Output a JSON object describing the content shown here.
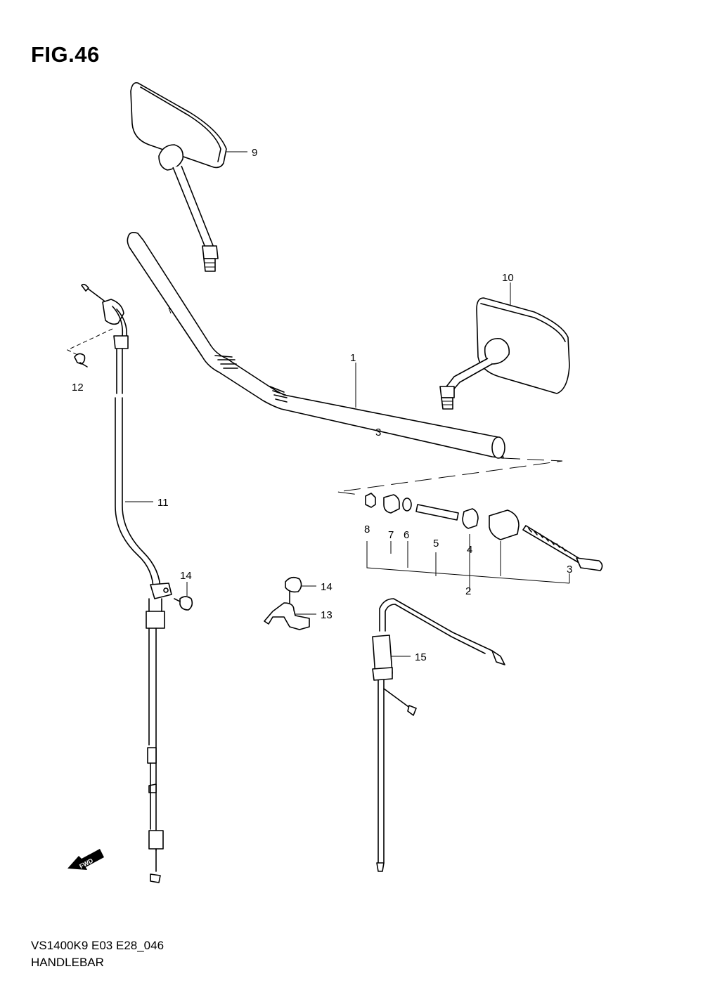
{
  "figure": {
    "title": "FIG.46"
  },
  "footer": {
    "code": "VS1400K9 E03 E28_046",
    "name": "HANDLEBAR"
  },
  "callouts": [
    {
      "number": "1",
      "part": "handlebar"
    },
    {
      "number": "2",
      "part": "balancer-assembly"
    },
    {
      "number": "3",
      "part": "long-screw"
    },
    {
      "number": "4",
      "part": "small-collar"
    },
    {
      "number": "5",
      "part": "spacer-rod"
    },
    {
      "number": "6",
      "part": "washer"
    },
    {
      "number": "7",
      "part": "collar"
    },
    {
      "number": "8",
      "part": "nut"
    },
    {
      "number": "9",
      "part": "left-mirror"
    },
    {
      "number": "10",
      "part": "right-mirror"
    },
    {
      "number": "11",
      "part": "throttle-cable"
    },
    {
      "number": "12",
      "part": "screw"
    },
    {
      "number": "13",
      "part": "clamp"
    },
    {
      "number": "14",
      "part": "screw"
    },
    {
      "number": "15",
      "part": "clutch-cable"
    }
  ],
  "fwd_badge": {
    "text": "FWD",
    "icon": "fwd-arrow-icon"
  }
}
